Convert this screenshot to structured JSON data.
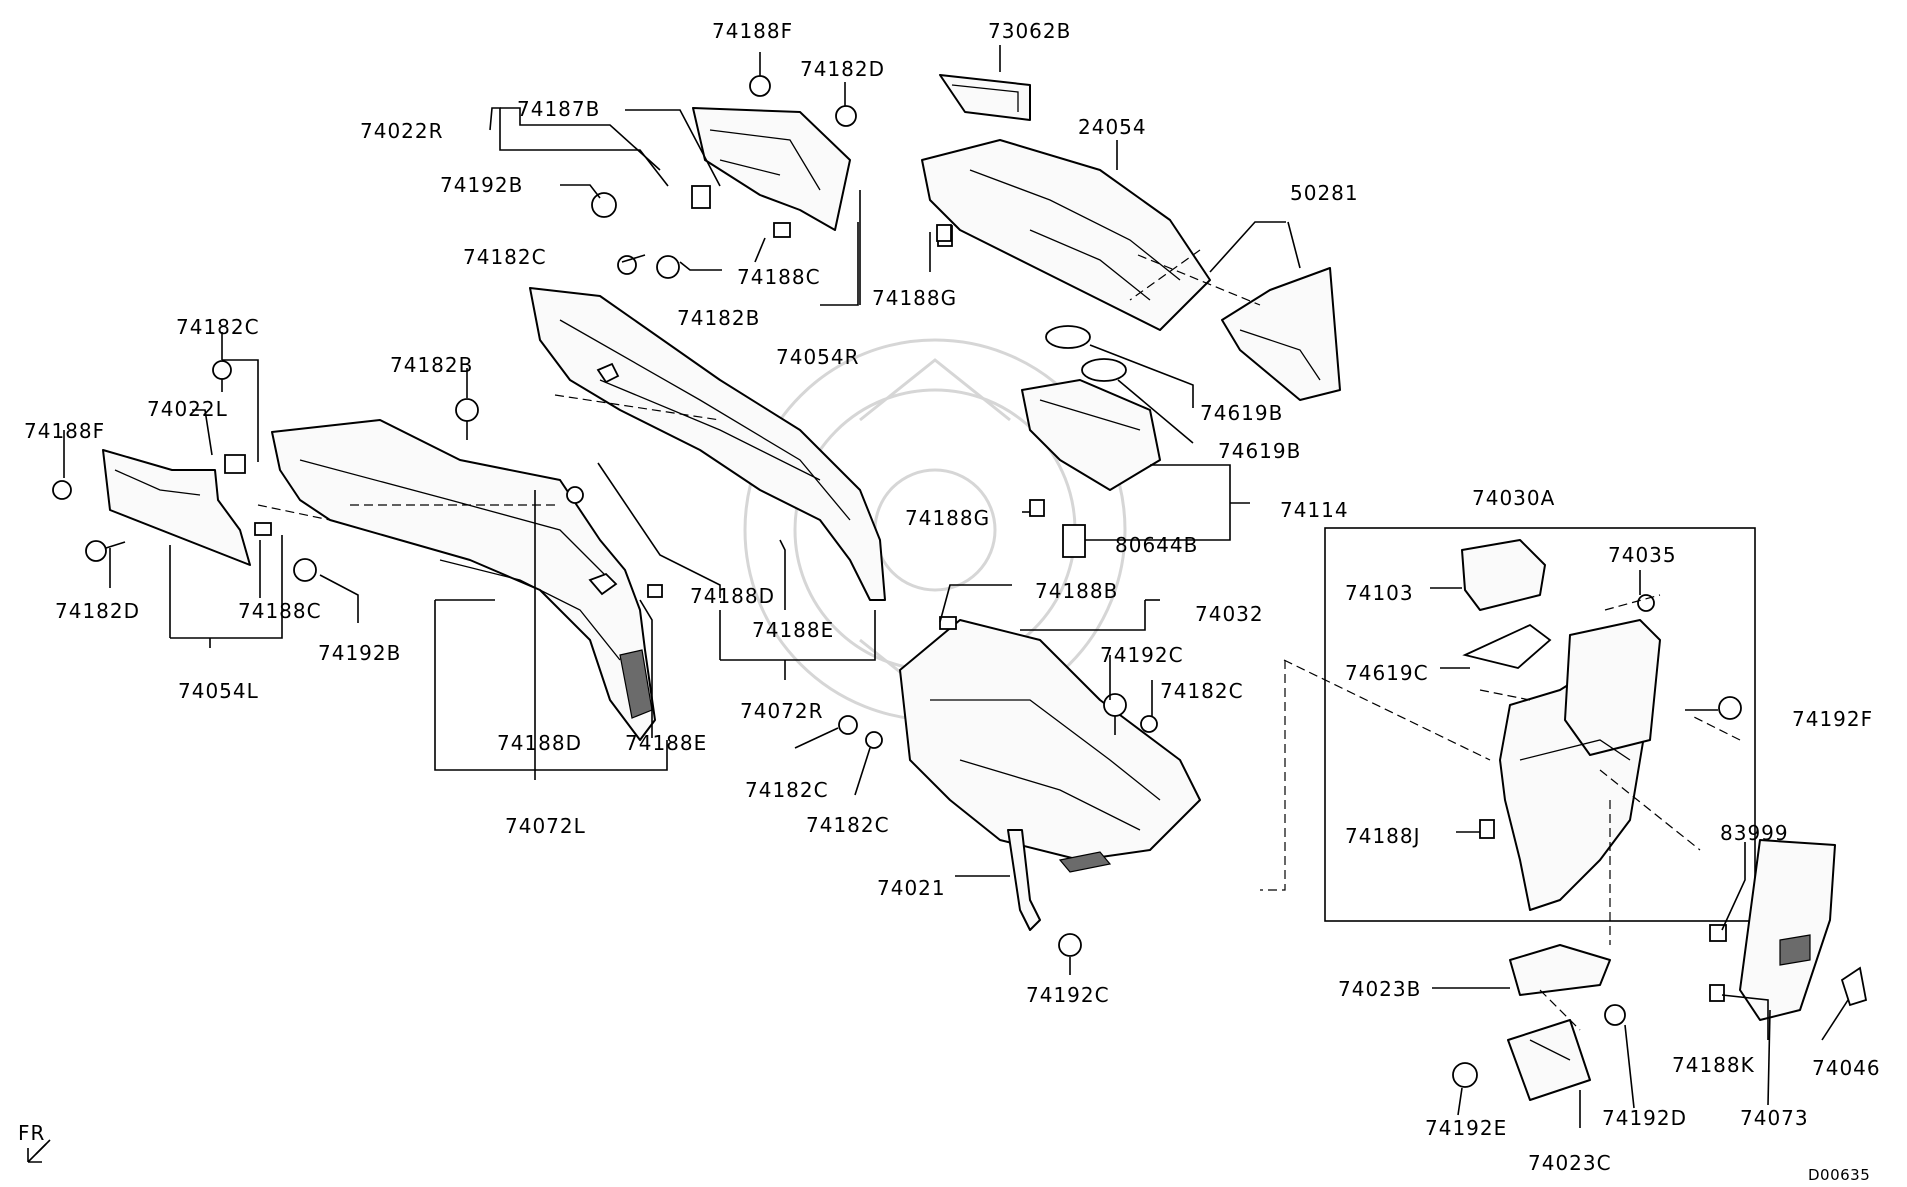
{
  "labels": {
    "l74188F_top": "74188F",
    "l74182D_top": "74182D",
    "l73062B": "73062B",
    "l74022R": "74022R",
    "l74187B": "74187B",
    "l24054": "24054",
    "l74192B_top": "74192B",
    "l50281": "50281",
    "l74182C_a": "74182C",
    "l74188C_top": "74188C",
    "l74188G_top": "74188G",
    "l74182B_top": "74182B",
    "l74054R": "74054R",
    "l74182C_b": "74182C",
    "l74182B_left": "74182B",
    "l74022L": "74022L",
    "l74619B_a": "74619B",
    "l74188F_left": "74188F",
    "l74619B_b": "74619B",
    "l74114": "74114",
    "l74188G_mid": "74188G",
    "l80644B": "80644B",
    "l74030A": "74030A",
    "l74182D_left": "74182D",
    "l74188C_left": "74188C",
    "l74188D_mid": "74188D",
    "l74188B": "74188B",
    "l74032": "74032",
    "l74035": "74035",
    "l74103": "74103",
    "l74192B_left": "74192B",
    "l74188E_mid": "74188E",
    "l74192C_mid": "74192C",
    "l74182C_right": "74182C",
    "l74054L": "74054L",
    "l74619C": "74619C",
    "l74072R": "74072R",
    "l74192F": "74192F",
    "l74188D_low": "74188D",
    "l74188E_low": "74188E",
    "l74182C_c": "74182C",
    "l74182C_d": "74182C",
    "l74072L": "74072L",
    "l83999": "83999",
    "l74188J": "74188J",
    "l74021": "74021",
    "l74023B": "74023B",
    "l74192C_low": "74192C",
    "l74188K": "74188K",
    "l74046": "74046",
    "l74192E": "74192E",
    "l74192D": "74192D",
    "l74073": "74073",
    "l74023C": "74023C",
    "fr": "FR",
    "code": "D00635"
  }
}
